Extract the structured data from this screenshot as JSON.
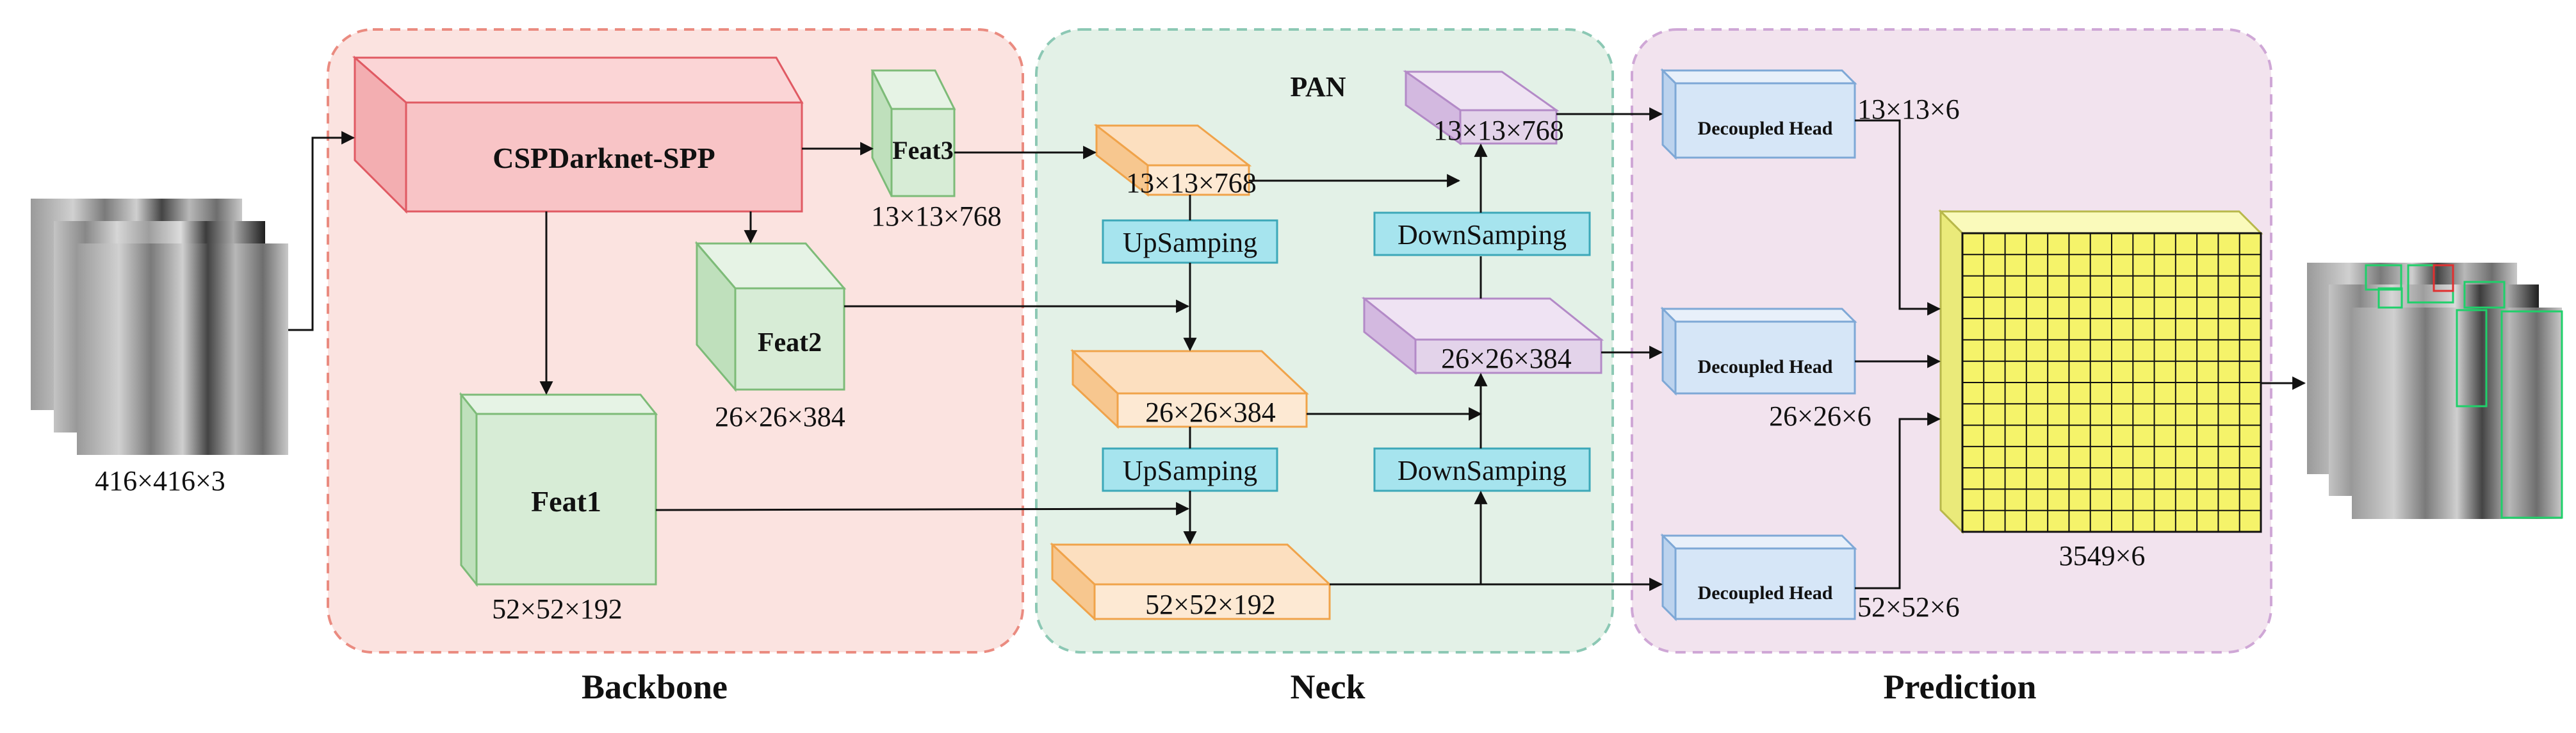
{
  "title": "PAN",
  "sections": {
    "backbone": "Backbone",
    "neck": "Neck",
    "prediction": "Prediction"
  },
  "input": {
    "size": "416×416×3"
  },
  "backbone": {
    "main": "CSPDarknet-SPP",
    "feat3": {
      "name": "Feat3",
      "size": "13×13×768"
    },
    "feat2": {
      "name": "Feat2",
      "size": "26×26×384"
    },
    "feat1": {
      "name": "Feat1",
      "size": "52×52×192"
    }
  },
  "neck": {
    "top_in": "13×13×768",
    "mid_in": "26×26×384",
    "bot_in": "52×52×192",
    "top_out": "13×13×768",
    "mid_out": "26×26×384",
    "upsample": "UpSamping",
    "downsample": "DownSamping"
  },
  "heads": {
    "label": "Decoupled Head",
    "out1": "13×13×6",
    "out2": "26×26×6",
    "out3": "52×52×6"
  },
  "prediction": {
    "size": "3549×6"
  },
  "colors": {
    "backbone_bg": "#fbe3e0",
    "neck_bg": "#e3f1e7",
    "pred_bg": "#f2e3ee",
    "csp_fill": "#f8c4c6",
    "feat_fill": "#d7ecd6",
    "neck_in_fill": "#fcdfbf",
    "neck_out_fill": "#e3d3ea",
    "head_fill": "#d6e6f7",
    "sampler_fill": "#a6e4ee",
    "grid_fill": "#f5f36a"
  }
}
